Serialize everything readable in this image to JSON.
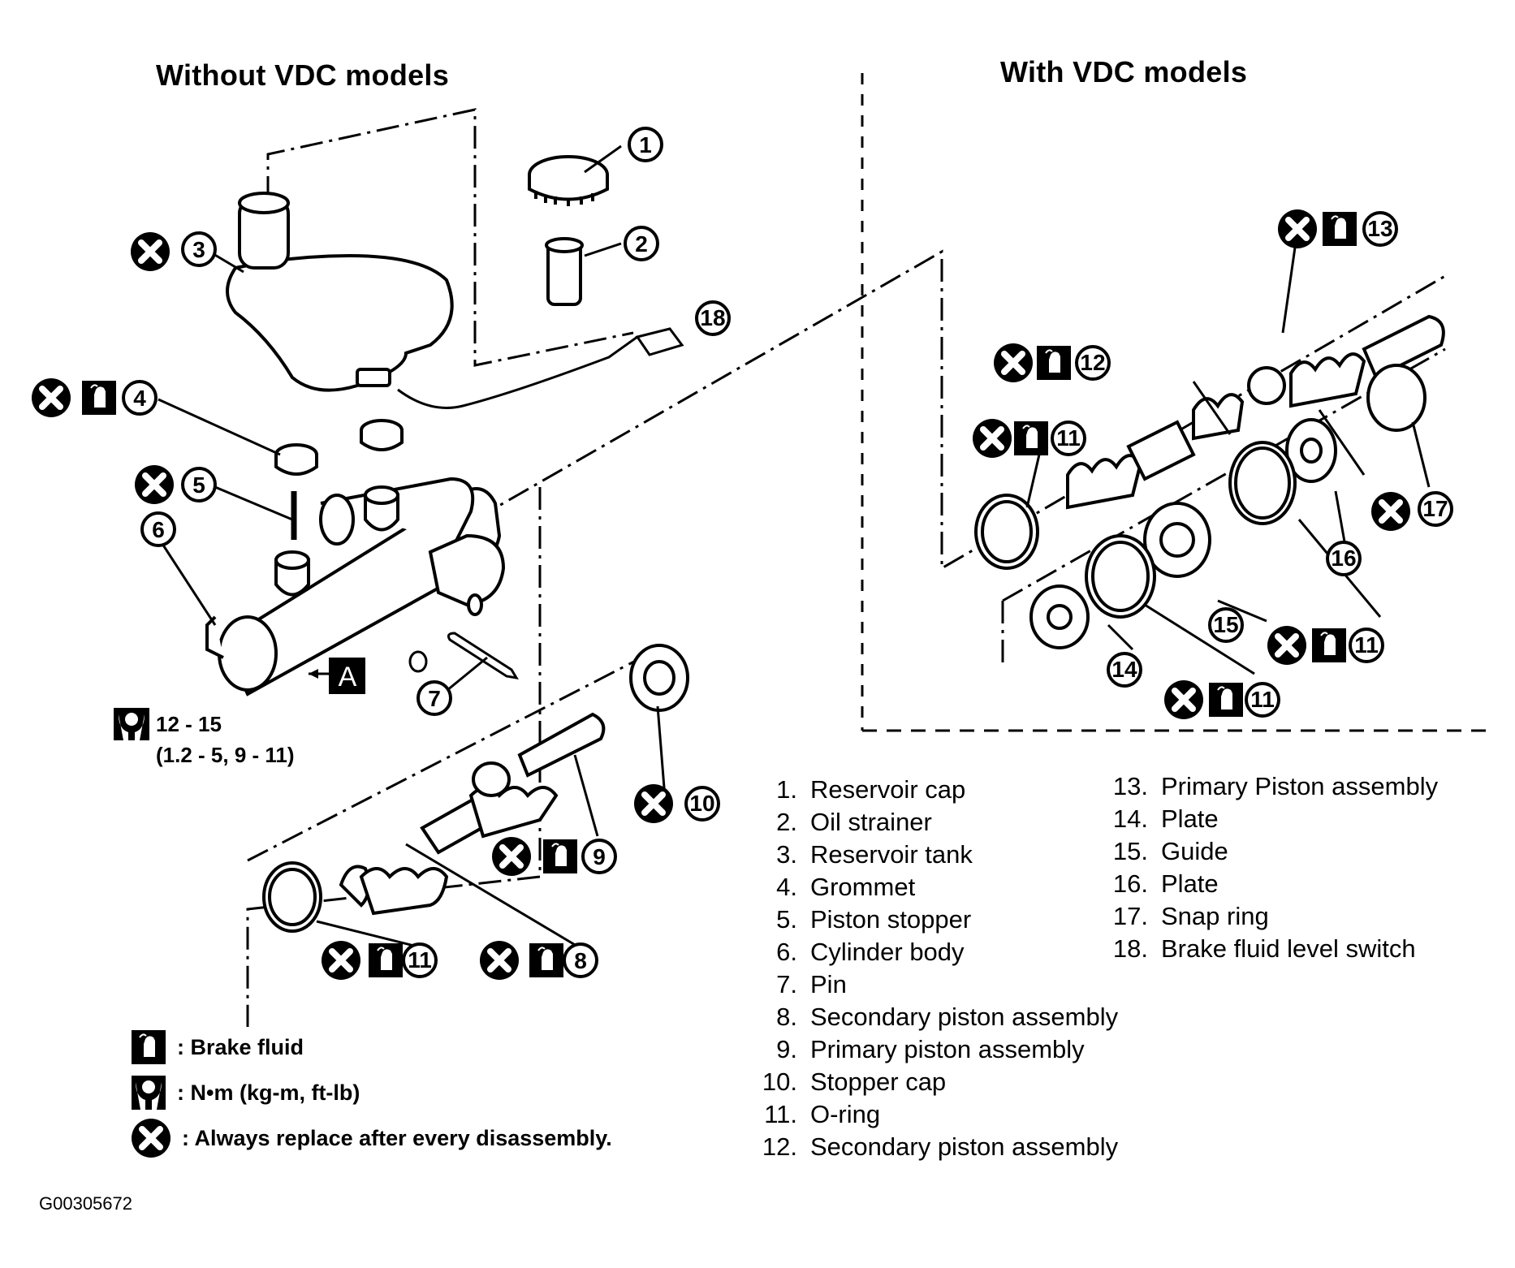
{
  "titles": {
    "left": "Without VDC models",
    "right": "With VDC models"
  },
  "torque_spec": {
    "icon": "torque-wrench-icon",
    "value": "12 - 15",
    "conversion": "(1.2 - 5, 9 - 11)"
  },
  "view_marker": "A",
  "callouts": {
    "c1": "1",
    "c2": "2",
    "c3": "3",
    "c4": "4",
    "c5": "5",
    "c6": "6",
    "c7": "7",
    "c8": "8",
    "c9": "9",
    "c10": "10",
    "c11a": "11",
    "c11b": "11",
    "c11c": "11",
    "c11d": "11",
    "c12": "12",
    "c13": "13",
    "c14": "14",
    "c15": "15",
    "c16": "16",
    "c17": "17",
    "c18": "18"
  },
  "parts_list_left": [
    {
      "num": "1.",
      "label": "Reservoir cap"
    },
    {
      "num": "2.",
      "label": "Oil strainer"
    },
    {
      "num": "3.",
      "label": "Reservoir tank"
    },
    {
      "num": "4.",
      "label": "Grommet"
    },
    {
      "num": "5.",
      "label": "Piston stopper"
    },
    {
      "num": "6.",
      "label": "Cylinder body"
    },
    {
      "num": "7.",
      "label": "Pin"
    },
    {
      "num": "8.",
      "label": "Secondary piston assembly"
    },
    {
      "num": "9.",
      "label": "Primary piston assembly"
    },
    {
      "num": "10.",
      "label": "Stopper cap"
    },
    {
      "num": "11.",
      "label": "O-ring"
    },
    {
      "num": "12.",
      "label": "Secondary piston assembly"
    }
  ],
  "parts_list_right": [
    {
      "num": "13.",
      "label": "Primary Piston assembly"
    },
    {
      "num": "14.",
      "label": "Plate"
    },
    {
      "num": "15.",
      "label": "Guide"
    },
    {
      "num": "16.",
      "label": "Plate"
    },
    {
      "num": "17.",
      "label": "Snap ring"
    },
    {
      "num": "18.",
      "label": "Brake fluid level switch"
    }
  ],
  "symbol_legend": [
    {
      "icon": "brake-fluid-icon",
      "text": ": Brake fluid"
    },
    {
      "icon": "torque-wrench-icon",
      "text": ": N•m  (kg-m,  ft-lb)"
    },
    {
      "icon": "replace-x-icon",
      "text": ": Always replace after every disassembly."
    }
  ],
  "figure_id": "G00305672"
}
